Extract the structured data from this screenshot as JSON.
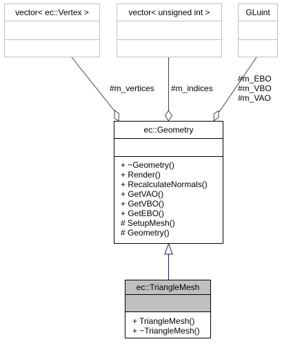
{
  "classes": {
    "vertex_vector": {
      "title": "vector< ec::Vertex >",
      "members": [],
      "methods": []
    },
    "uint_vector": {
      "title": "vector< unsigned int >",
      "members": [],
      "methods": []
    },
    "gluint": {
      "title": "GLuint",
      "members": [],
      "methods": []
    },
    "geometry": {
      "title": "ec::Geometry",
      "members": [],
      "methods": [
        "+ ~Geometry()",
        "+ Render()",
        "+ RecalculateNormals()",
        "+ GetVAO()",
        "+ GetVBO()",
        "+ GetEBO()",
        "# SetupMesh()",
        "# Geometry()"
      ]
    },
    "triangle_mesh": {
      "title": "ec::TriangleMesh",
      "members": [],
      "methods": [
        "+ TriangleMesh()",
        "+ ~TriangleMesh()"
      ]
    }
  },
  "edges": {
    "vertices_label": "#m_vertices",
    "indices_label": "#m_indices",
    "buffers_labels": [
      "#m_EBO",
      "#m_VBO",
      "#m_VAO"
    ]
  },
  "colors": {
    "box_border_light": "#bfbfbf",
    "box_border_dark": "#000000",
    "highlight_fill": "#bfbfbf",
    "inheritance_arrow": "#191970",
    "association_line": "#404040"
  }
}
